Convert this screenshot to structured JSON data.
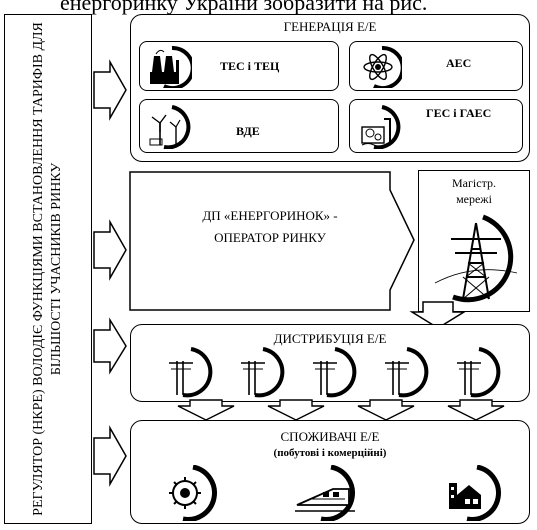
{
  "caption": "енергоринку України зобразити на рис.",
  "regulator": {
    "label": "РЕГУЛЯТОР (НКРЕ) ВОЛОДІЄ ФУНКЦІЯМИ ВСТАНОВЛЕННЯ ТАРИФІВ ДЛЯ БІЛЬШОСТІ УЧАСНИКІВ РИНКУ"
  },
  "generation": {
    "title": "ГЕНЕРАЦІЯ Е/Е",
    "items": [
      {
        "label": "ТЕС і ТЕЦ",
        "icon": "thermal-plant-icon"
      },
      {
        "label": "АЕС",
        "icon": "atom-icon"
      },
      {
        "label": "ВДЕ",
        "icon": "renewable-energy-icon"
      },
      {
        "label": "ГЕС і ГАЕС",
        "icon": "hydro-plant-icon"
      }
    ]
  },
  "operator": {
    "line1": "ДП «ЕНЕРГОРИНОК» -",
    "line2": "ОПЕРАТОР РИНКУ"
  },
  "grid": {
    "line1": "Магістр.",
    "line2": "мережі",
    "icon": "transmission-tower-icon"
  },
  "distribution": {
    "title": "ДИСТРИБУЦІЯ Е/Е",
    "icons": [
      "power-pole-icon",
      "power-pole-icon",
      "power-pole-icon",
      "power-pole-icon",
      "power-pole-icon"
    ]
  },
  "consumers": {
    "title": "СПОЖИВАЧІ Е/Е",
    "subtitle": "(побутові і комерційні)",
    "icons": [
      "factory-icon",
      "train-icon",
      "house-icon"
    ]
  }
}
